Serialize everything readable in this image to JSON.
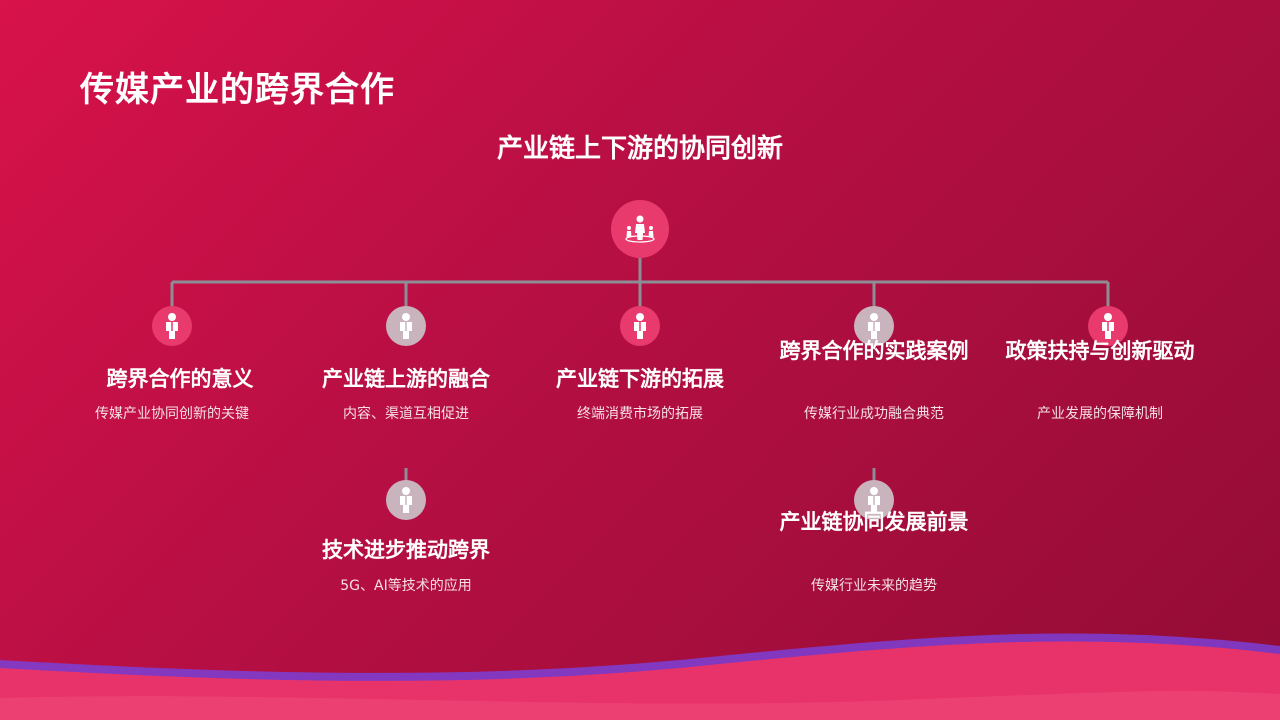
{
  "slide": {
    "title": "传媒产业的跨界合作",
    "main_title": "产业链上下游的协同创新"
  },
  "colors": {
    "accent": "#e83a6d",
    "muted_node": "#c9b4bd",
    "connector": "#8d8d96",
    "wave_pink": "#ef3d6d",
    "wave_purple": "#8b5cf6"
  },
  "nodes": [
    {
      "title": "跨界合作的意义",
      "subtitle": "传媒产业协同创新的关键",
      "icon": "person-icon"
    },
    {
      "title": "产业链上游的融合",
      "subtitle": "内容、渠道互相促进",
      "icon": "person-icon"
    },
    {
      "title": "产业链下游的拓展",
      "subtitle": "终端消费市场的拓展",
      "icon": "person-icon"
    },
    {
      "title": "跨界合作的实践案例",
      "subtitle": "传媒行业成功融合典范",
      "icon": "person-icon"
    },
    {
      "title": "政策扶持与创新驱动",
      "subtitle": "产业发展的保障机制",
      "icon": "person-icon"
    },
    {
      "title": "技术进步推动跨界",
      "subtitle": "5G、AI等技术的应用",
      "icon": "person-icon"
    },
    {
      "title": "产业链协同发展前景",
      "subtitle": "传媒行业未来的趋势",
      "icon": "person-icon"
    }
  ],
  "root_icon": "team-leader-icon"
}
